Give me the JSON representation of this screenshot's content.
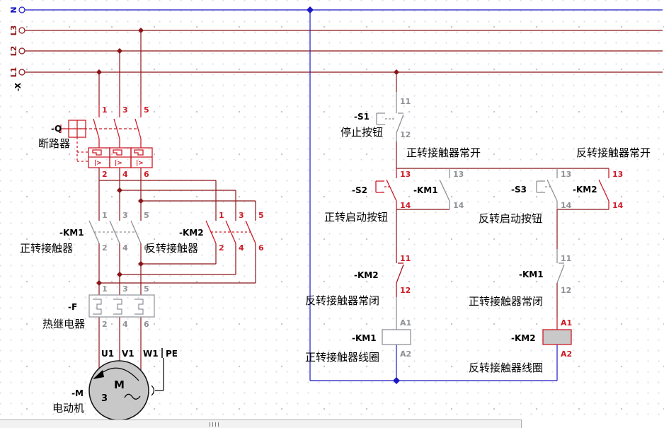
{
  "rails": {
    "n_label": "N",
    "l3_label": "L3",
    "l2_label": "L2",
    "l1_label": "L1",
    "terminal_strip": "-X"
  },
  "power": {
    "breaker": {
      "ref": "-Q",
      "name": "断路器",
      "trip_symbol": "|>",
      "top_terminals": [
        "1",
        "3",
        "5"
      ],
      "bottom_terminals": [
        "2",
        "4",
        "6"
      ]
    },
    "km1_contacts": {
      "ref": "-KM1",
      "name": "正转接触器",
      "top_terminals": [
        "1",
        "3",
        "5"
      ],
      "bottom_terminals": [
        "2",
        "4",
        "6"
      ]
    },
    "km2_contacts": {
      "ref": "-KM2",
      "name": "反转接触器",
      "top_terminals": [
        "1",
        "3",
        "5"
      ],
      "bottom_terminals": [
        "2",
        "4",
        "6"
      ]
    },
    "thermal_relay": {
      "ref": "-F",
      "name": "热继电器",
      "top_terminals": [
        "1",
        "3",
        "5"
      ],
      "bottom_terminals": [
        "2",
        "4",
        "6"
      ]
    },
    "motor": {
      "ref": "-M",
      "name": "电动机",
      "letter": "M",
      "phases": "3",
      "t_u1": "U1",
      "t_v1": "V1",
      "t_w1": "W1",
      "t_pe": "PE"
    }
  },
  "control": {
    "stop_button": {
      "ref": "-S1",
      "name": "停止按钮",
      "t1": "11",
      "t2": "12"
    },
    "fwd_start": {
      "ref": "-S2",
      "name": "正转启动按钮",
      "t1": "13",
      "t2": "14"
    },
    "km1_no": {
      "ref": "-KM1",
      "caption": "正转接触器常开",
      "t1": "13",
      "t2": "14"
    },
    "rev_start": {
      "ref": "-S3",
      "name": "反转启动按钮",
      "t1": "13",
      "t2": "14"
    },
    "km2_no": {
      "ref": "-KM2",
      "caption": "反转接触器常开",
      "t1": "13",
      "t2": "14"
    },
    "km2_nc": {
      "ref": "-KM2",
      "caption": "反转接触器常闭",
      "t1": "11",
      "t2": "12"
    },
    "km1_nc": {
      "ref": "-KM1",
      "caption": "正转接触器常闭",
      "t1": "11",
      "t2": "12"
    },
    "km1_coil": {
      "ref": "-KM1",
      "caption": "正转接触器线圈",
      "t1": "A1",
      "t2": "A2"
    },
    "km2_coil": {
      "ref": "-KM2",
      "caption": "反转接触器线圈",
      "t1": "A1",
      "t2": "A2"
    }
  },
  "colors": {
    "wire_maroon": "#8a1517",
    "selected_red": "#cc1c28",
    "neutral_blue": "#1b17c3",
    "inactive_gray": "#8f9196",
    "motor_fill": "#c8c8c8"
  }
}
